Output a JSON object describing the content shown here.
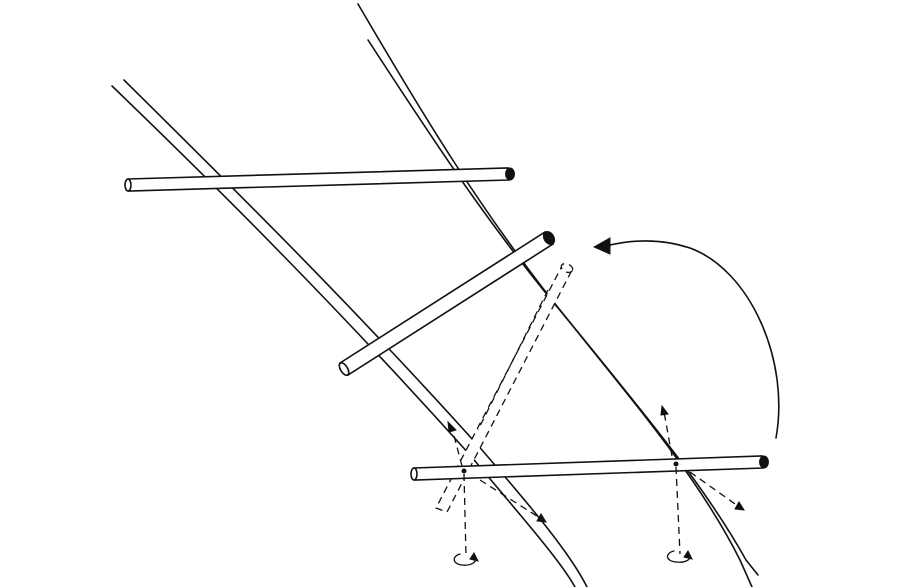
{
  "diagram": {
    "description_visible_text": "",
    "colors": {
      "ink": "#111111",
      "background": "#ffffff"
    },
    "elements": {
      "rails": "two-parallel-diagonal-rails",
      "rungs": [
        "top-rung",
        "middle-rung",
        "bottom-rung"
      ],
      "ghost_rung": "dashed-rotating-rung",
      "pivots": [
        "left-pivot",
        "right-pivot"
      ],
      "rotation_arrow": "curved-rotation-arrow",
      "slide_arrows": [
        "left-slide-arrows",
        "right-slide-arrows"
      ]
    }
  }
}
